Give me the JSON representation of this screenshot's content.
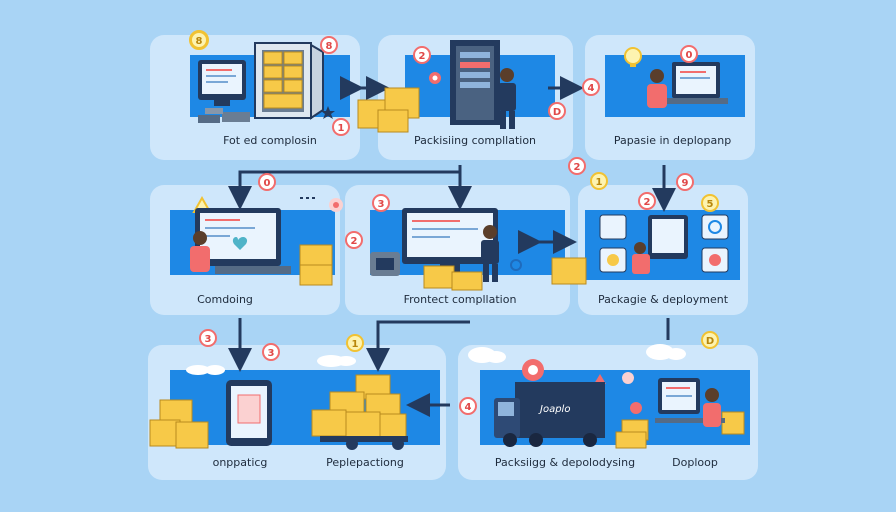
{
  "colors": {
    "background": "#a9d4f5",
    "panel": "#cfe7fb",
    "band": "#1e88e5",
    "box": "#f7c948",
    "accent_red": "#f26d6d",
    "navy": "#233a5e"
  },
  "labels": {
    "row1_left": "Fot ed complosin",
    "row1_mid": "Packisiing compllation",
    "row1_right": "Papasie in deplopanp",
    "row2_left": "Comdoing",
    "row2_mid": "Frontect compllation",
    "row2_right": "Packagie & deployment",
    "row3_left": "onppaticg",
    "row3_mid": "Peplepactiong",
    "row3_right_a": "Packsiigg & depolodysing",
    "row3_right_b": "Doploop",
    "truck_text": "Joaplo"
  },
  "badges": [
    {
      "text": "8",
      "style": "yellow"
    },
    {
      "text": "8",
      "style": "red"
    },
    {
      "text": "2",
      "style": "red"
    },
    {
      "text": "1",
      "style": "red"
    },
    {
      "text": "4",
      "style": "red"
    },
    {
      "text": "D",
      "style": "red"
    },
    {
      "text": "0",
      "style": "red"
    },
    {
      "text": "0",
      "style": "red"
    },
    {
      "text": "3",
      "style": "red"
    },
    {
      "text": "2",
      "style": "red"
    },
    {
      "text": "2",
      "style": "red"
    },
    {
      "text": "1",
      "style": "yellow"
    },
    {
      "text": "9",
      "style": "red"
    },
    {
      "text": "2",
      "style": "red"
    },
    {
      "text": "5",
      "style": "yellow"
    },
    {
      "text": "3",
      "style": "red"
    },
    {
      "text": "3",
      "style": "red"
    },
    {
      "text": "1",
      "style": "yellow"
    },
    {
      "text": "4",
      "style": "red"
    },
    {
      "text": "D",
      "style": "yellow"
    }
  ]
}
